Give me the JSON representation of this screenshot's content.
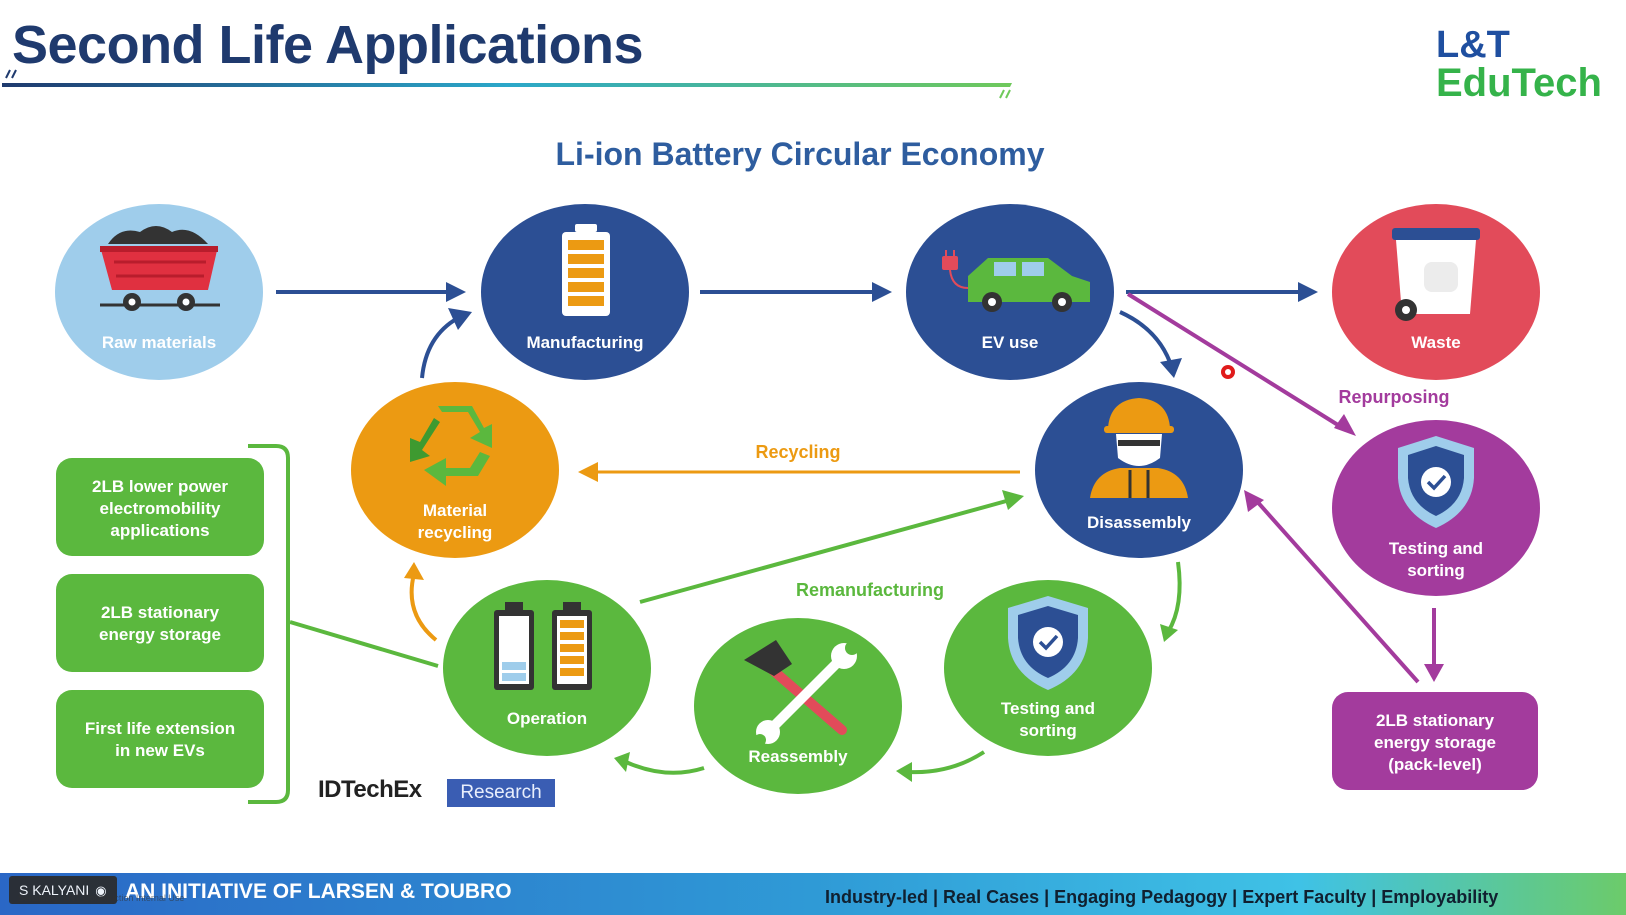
{
  "slide": {
    "title": "Second Life Applications",
    "logo_line1": "L&T",
    "logo_line2": "EduTech"
  },
  "diagram": {
    "title": "Li-ion Battery Circular Economy",
    "nodes": {
      "raw_materials": "Raw materials",
      "manufacturing": "Manufacturing",
      "ev_use": "EV use",
      "waste": "Waste",
      "material_recycling_1": "Material",
      "material_recycling_2": "recycling",
      "disassembly": "Disassembly",
      "testing_sorting_purple_1": "Testing and",
      "testing_sorting_purple_2": "sorting",
      "operation": "Operation",
      "reassembly": "Reassembly",
      "testing_sorting_green_1": "Testing and",
      "testing_sorting_green_2": "sorting"
    },
    "flows": {
      "recycling": "Recycling",
      "remanufacturing": "Remanufacturing",
      "repurposing": "Repurposing"
    },
    "left_boxes": [
      [
        "2LB lower power",
        "electromobility",
        "applications"
      ],
      [
        "2LB stationary",
        "energy storage"
      ],
      [
        "First life extension",
        "in new EVs"
      ]
    ],
    "right_box": [
      "2LB stationary",
      "energy storage",
      "(pack-level)"
    ],
    "source": "IDTechEx",
    "source_tag": "Research"
  },
  "footer": {
    "org": "AN INITIATIVE OF LARSEN & TOUBRO",
    "tagline": "Industry-led | Real Cases | Engaging Pedagogy | Expert Faculty | Employability"
  },
  "presenter": {
    "name": "S KALYANI"
  },
  "watermark": "Sensitivity: LNT Construction Internal Use",
  "colors": {
    "navy": "#2c4f94",
    "green": "#5bb83e",
    "orange": "#ec9a12",
    "purple": "#a33b9d",
    "light_blue": "#9fcdeb",
    "red": "#e24b5a"
  }
}
